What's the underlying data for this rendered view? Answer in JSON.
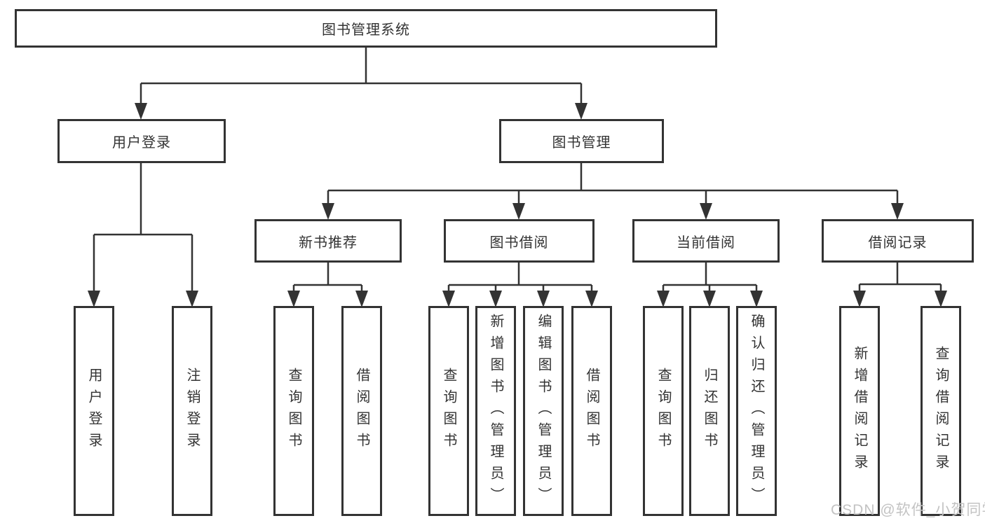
{
  "diagram": {
    "root": {
      "label": "图书管理系统"
    },
    "branches": [
      {
        "id": "user-login",
        "label": "用户登录",
        "children": [
          {
            "label": "用户登录"
          },
          {
            "label": "注销登录"
          }
        ]
      },
      {
        "id": "book-management",
        "label": "图书管理",
        "children": [
          {
            "id": "new-book-recommendation",
            "label": "新书推荐",
            "children": [
              {
                "label": "查询图书"
              },
              {
                "label": "借阅图书"
              }
            ]
          },
          {
            "id": "book-borrowing",
            "label": "图书借阅",
            "children": [
              {
                "label": "查询图书"
              },
              {
                "label": "新增图书（管理员）"
              },
              {
                "label": "编辑图书（管理员）"
              },
              {
                "label": "借阅图书"
              }
            ]
          },
          {
            "id": "current-borrowing",
            "label": "当前借阅",
            "children": [
              {
                "label": "查询图书"
              },
              {
                "label": "归还图书"
              },
              {
                "label": "确认归还（管理员）"
              }
            ]
          },
          {
            "id": "borrowing-records",
            "label": "借阅记录",
            "children": [
              {
                "label": "新增借阅记录"
              },
              {
                "label": "查询借阅记录"
              }
            ]
          }
        ]
      }
    ]
  },
  "watermark": {
    "text": "CSDN @软件_小贺同学"
  },
  "colors": {
    "background": "#ffffff",
    "line": "#333333",
    "box_border": "#333333",
    "text": "#333333",
    "watermark": "#c3c3c3"
  }
}
